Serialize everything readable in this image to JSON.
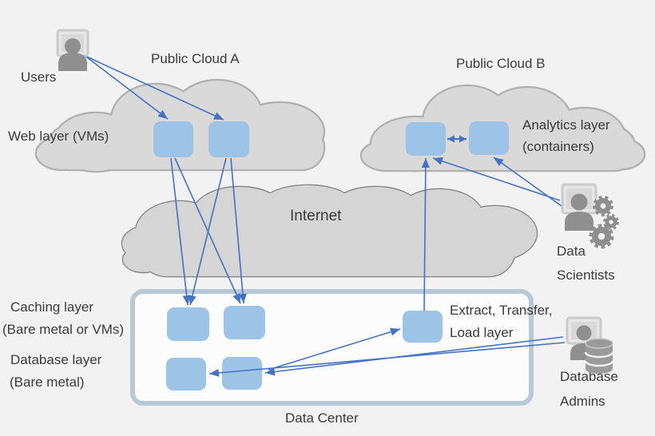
{
  "diagram": {
    "type": "hybrid-cloud-architecture",
    "colors": {
      "node_fill": "#9dc3e6",
      "arrow_blue": "#4472c4",
      "cloud_fill": "#d9d9d9",
      "cloud_stroke": "#b0b0b0",
      "internet_fill": "#d5d5d5",
      "internet_stroke": "#7f7f7f",
      "datacenter_border": "#b7c8d6",
      "text": "#3a3a3a",
      "icon_gray": "#8f8f8f",
      "background": "#f2f2f2"
    },
    "zones": {
      "public_cloud_a": {
        "title": "Public Cloud A",
        "layer_label": "Web layer (VMs)",
        "node_count": 2
      },
      "public_cloud_b": {
        "title": "Public Cloud B",
        "layer_label_line1": "Analytics layer",
        "layer_label_line2": "(containers)",
        "node_count": 2
      },
      "internet": {
        "title": "Internet"
      },
      "data_center": {
        "title": "Data Center",
        "caching_layer": {
          "label_line1": "Caching layer",
          "label_line2": "(Bare metal or VMs)",
          "node_count": 2
        },
        "database_layer": {
          "label_line1": "Database layer",
          "label_line2": "(Bare metal)",
          "node_count": 2
        },
        "etl_layer": {
          "label_line1": "Extract, Transfer,",
          "label_line2": "Load layer",
          "node_count": 1
        }
      }
    },
    "actors": {
      "users": {
        "label": "Users",
        "icon": "person-icon"
      },
      "data_scientists": {
        "label_line1": "Data",
        "label_line2": "Scientists",
        "icon": "person-gears-icon"
      },
      "database_admins": {
        "label_line1": "Database",
        "label_line2": "Admins",
        "icon": "person-database-icon"
      }
    },
    "connections": [
      {
        "from": "users",
        "to": "web-vm-1"
      },
      {
        "from": "users",
        "to": "web-vm-2"
      },
      {
        "from": "web-vm-1",
        "to": "caching-1"
      },
      {
        "from": "web-vm-1",
        "to": "caching-2"
      },
      {
        "from": "web-vm-2",
        "to": "caching-1"
      },
      {
        "from": "web-vm-2",
        "to": "caching-2"
      },
      {
        "from": "analytics-1",
        "to": "analytics-2",
        "bidirectional": true
      },
      {
        "from": "etl-layer",
        "to": "analytics-1"
      },
      {
        "from": "data-scientists",
        "to": "analytics-1"
      },
      {
        "from": "data-scientists",
        "to": "analytics-2"
      },
      {
        "from": "database-2",
        "to": "etl-layer"
      },
      {
        "from": "database-admins",
        "to": "database-1"
      },
      {
        "from": "database-admins",
        "to": "database-2"
      }
    ]
  }
}
